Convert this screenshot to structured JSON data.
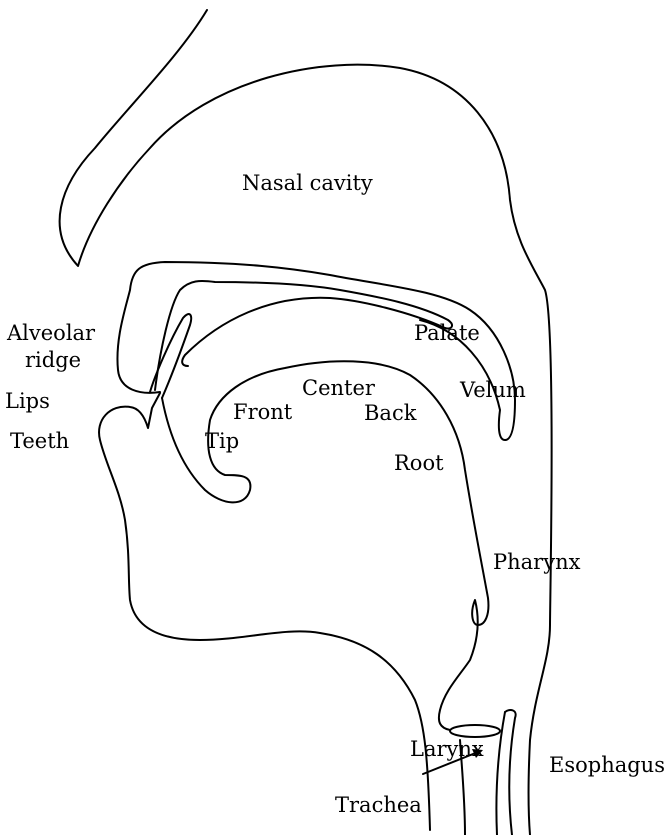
{
  "labels": {
    "nasal_cavity": "Nasal cavity",
    "alveolar": "Alveolar",
    "ridge": "ridge",
    "lips": "Lips",
    "teeth": "Teeth",
    "palate": "Palate",
    "velum": "Velum",
    "center": "Center",
    "front": "Front",
    "back": "Back",
    "tip": "Tip",
    "root": "Root",
    "pharynx": "Pharynx",
    "larynx": "Larynx",
    "esophagus": "Esophagus",
    "trachea": "Trachea"
  },
  "colors": {
    "stroke": "#000000",
    "background": "#ffffff"
  }
}
